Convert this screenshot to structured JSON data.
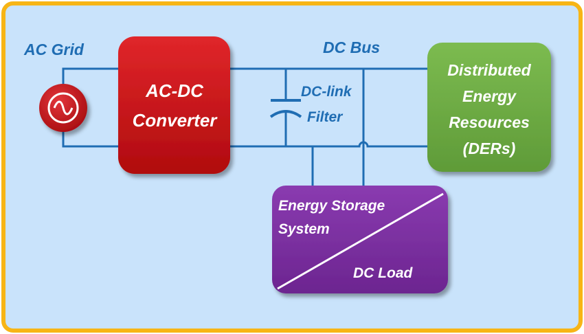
{
  "colors": {
    "frame_border": "#f7b516",
    "background": "#c9e3fb",
    "wire": "#1f6db3",
    "label_blue": "#1f6db3",
    "converter_fill": "#c60f12",
    "der_fill": "#6fae45",
    "storage_fill": "#7b2fa0",
    "source_fill": "#c4151a"
  },
  "labels": {
    "ac_grid": "AC Grid",
    "dc_bus": "DC Bus",
    "dc_link_line1": "DC-link",
    "dc_link_line2": "Filter"
  },
  "converter": {
    "line1": "AC-DC",
    "line2": "Converter"
  },
  "der": {
    "line1": "Distributed",
    "line2": "Energy",
    "line3": "Resources",
    "line4": "(DERs)"
  },
  "storage": {
    "line1": "Energy Storage",
    "line2": "System",
    "load": "DC Load"
  },
  "icons": {
    "ac_source": "ac-source-sine-icon",
    "capacitor": "capacitor-icon"
  }
}
